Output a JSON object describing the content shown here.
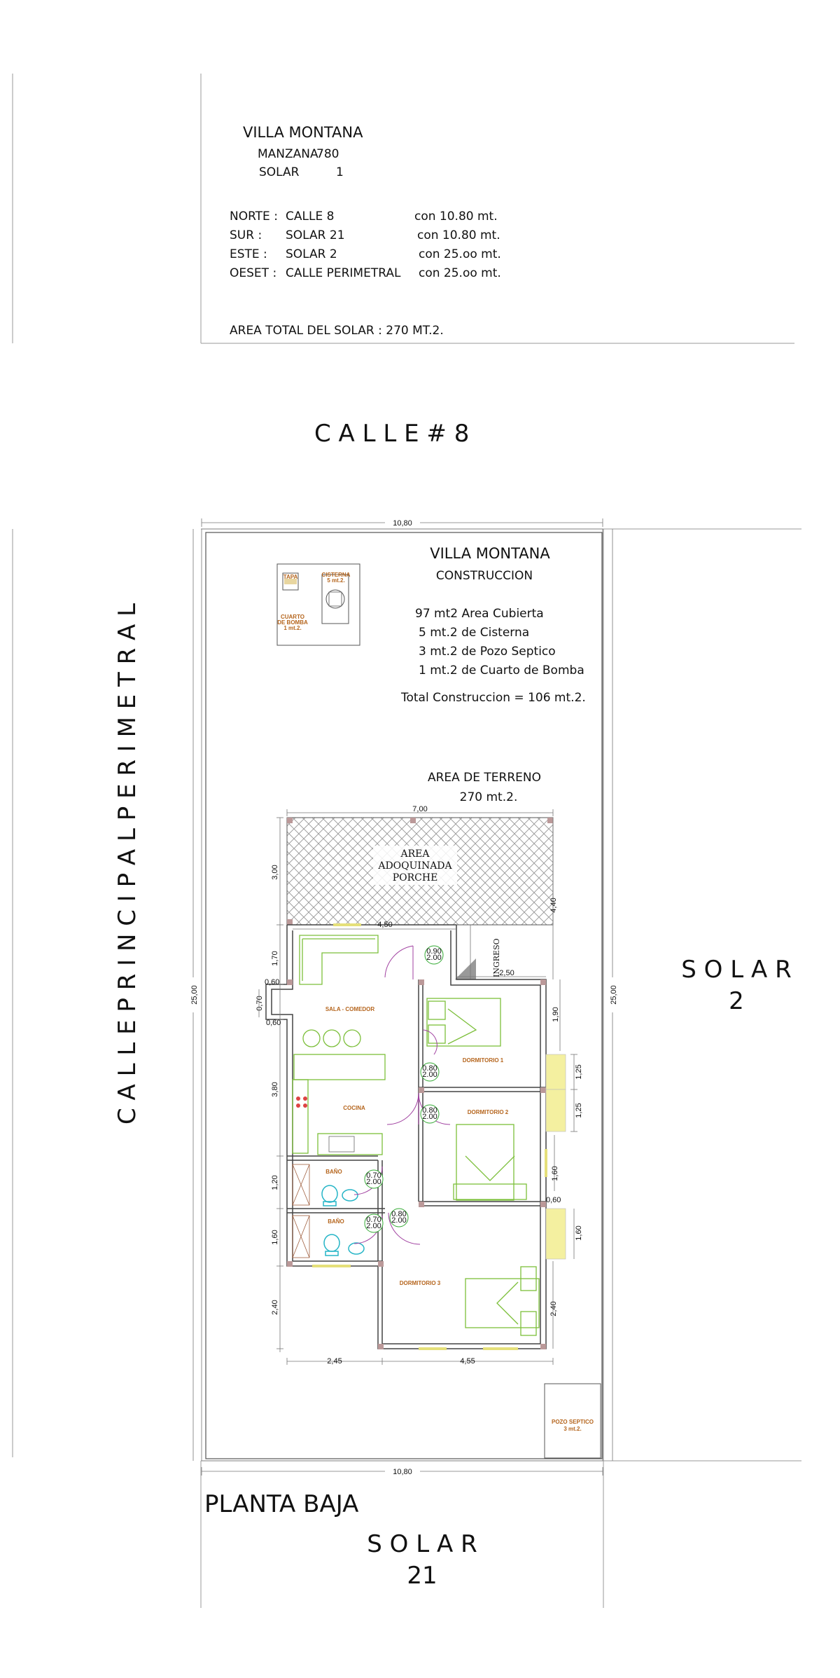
{
  "header": {
    "title": "VILLA MONTANA",
    "manzana_label": "MANZANA",
    "manzana_value": "780",
    "solar_label": "SOLAR",
    "solar_value": "1",
    "boundaries": [
      {
        "dir": "NORTE :",
        "desc": "CALLE   8",
        "len": "con  10.80 mt."
      },
      {
        "dir": "SUR     :",
        "desc": "SOLAR  21",
        "len": "con  10.80 mt."
      },
      {
        "dir": "ESTE    :",
        "desc": "SOLAR  2",
        "len": "con  25.oo mt."
      },
      {
        "dir": "OESET :",
        "desc": "CALLE PERIMETRAL",
        "len": "con  25.oo mt."
      }
    ],
    "area_total": "AREA TOTAL DEL SOLAR   :  270  MT.2."
  },
  "streets": {
    "north": "C A L L E   #   8",
    "west": "C A L L E   P R I N C I P A L   P E R I M E T R A L",
    "east_line1": "S O L A R",
    "east_line2": "2",
    "south_line1": "S O L A R",
    "south_line2": "21"
  },
  "plan_label": "PLANTA  BAJA",
  "construction": {
    "title": "VILLA MONTANA",
    "subtitle": "CONSTRUCCION",
    "lines": [
      "97 mt2 Area Cubierta",
      " 5  mt.2 de Cisterna",
      " 3  mt.2 de Pozo Septico",
      " 1  mt.2 de Cuarto de Bomba"
    ],
    "total": "Total Construccion = 106 mt.2.",
    "terrain_title": "AREA DE TERRENO",
    "terrain_value": "270 mt.2."
  },
  "small_box": {
    "tapa": "TAPA",
    "cisterna_line1": "CISTERNA",
    "cisterna_line2": "5 mt.2.",
    "bomba_line1": "CUARTO",
    "bomba_line2": "DE BOMBA",
    "bomba_line3": "1 mt.2."
  },
  "pozo": {
    "line1": "POZO SEPTICO",
    "line2": "3 mt.2."
  },
  "porch": {
    "line1": "AREA",
    "line2": "ADOQUINADA",
    "line3": "PORCHE"
  },
  "ingreso": "INGRESO",
  "rooms": {
    "sala": "SALA - COMEDOR",
    "cocina": "COCINA",
    "bano1": "BAÑO",
    "bano2": "BAÑO",
    "dorm1": "DORMITORIO 1",
    "dorm2": "DORMITORIO 2",
    "dorm3": "DORMITORIO 3"
  },
  "doors": {
    "d_main_a": "0.90",
    "d_main_b": "2.00",
    "d_dorm1_a": "0.80",
    "d_dorm1_b": "2.00",
    "d_dorm2_a": "0.80",
    "d_dorm2_b": "2.00",
    "d_bano1_a": "0.70",
    "d_bano1_b": "2.00",
    "d_bano2_a": "0.70",
    "d_bano2_b": "2.00",
    "d_dorm3_a": "0.80",
    "d_dorm3_b": "2.00"
  },
  "dims": {
    "lot_top": "10,80",
    "lot_bottom": "10,80",
    "lot_left": "25,00",
    "lot_right": "25,00",
    "house_top": "7,00",
    "porch_depth": "3,00",
    "porch_right": "4,40",
    "porch_inner": "4,50",
    "ingreso_w": "2,50",
    "l_170": "1,70",
    "l_060a": "0,60",
    "l_070": "0,70",
    "l_060b": "0,60",
    "l_380": "3,80",
    "l_120": "1,20",
    "l_160": "1,60",
    "l_240": "2,40",
    "r_190": "1,90",
    "r_125a": "1,25",
    "r_125b": "1,25",
    "r_160a": "1,60",
    "r_060": "0,60",
    "r_160b": "1,60",
    "r_240": "2,40",
    "b_245": "2,45",
    "b_455": "4,55"
  }
}
